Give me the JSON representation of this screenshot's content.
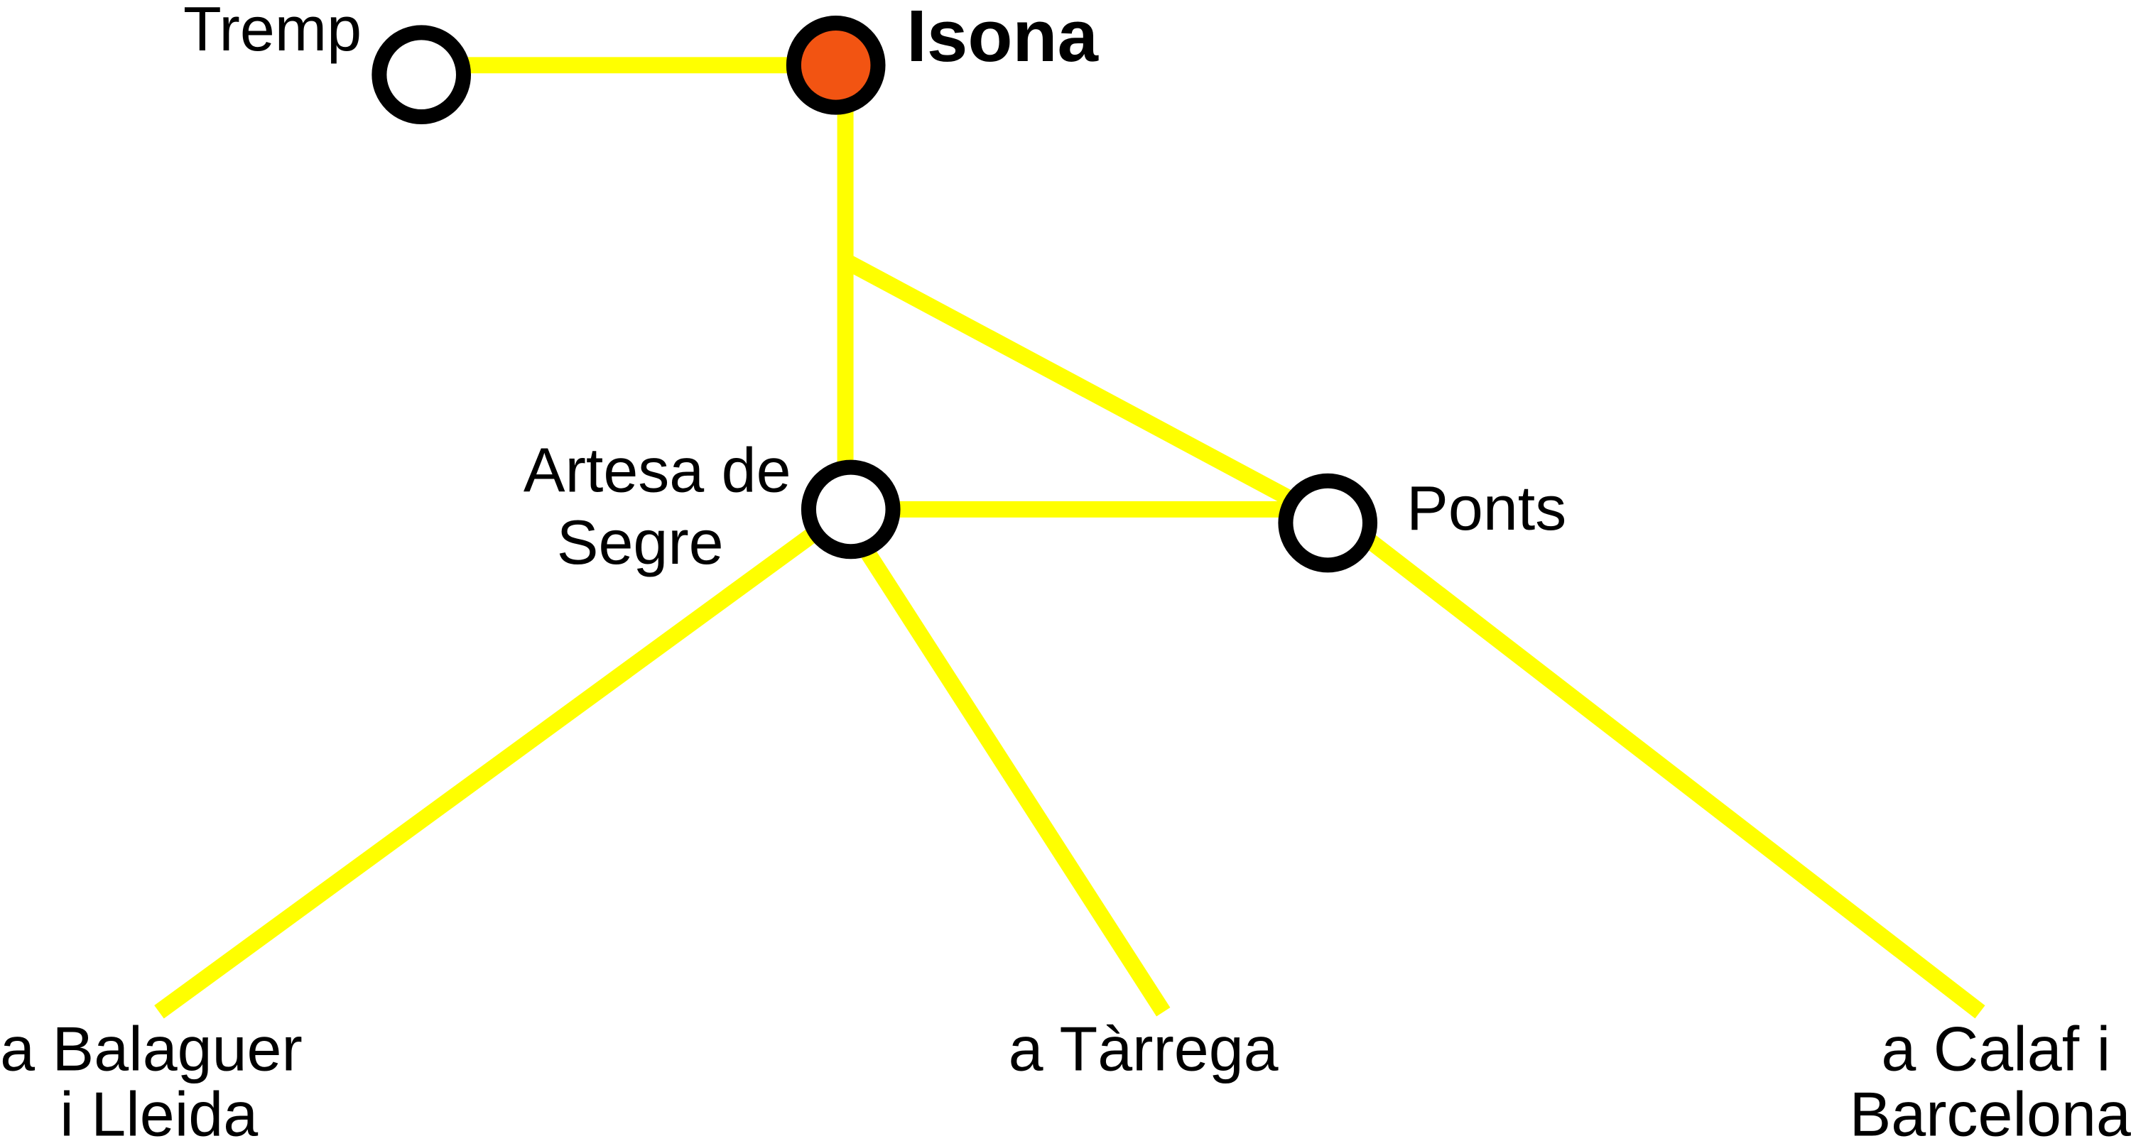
{
  "colors": {
    "line": "#ffff00",
    "current_station": "#f25412",
    "station_fill": "#ffffff",
    "station_stroke": "#000000"
  },
  "stations": {
    "tremp": "Tremp",
    "isona": "Isona",
    "artesa_line1": "Artesa de",
    "artesa_line2": "Segre",
    "ponts": "Ponts"
  },
  "destinations": {
    "balaguer_line1": "a Balaguer",
    "balaguer_line2": "i Lleida",
    "tarrega": "a Tàrrega",
    "calaf_line1": "a Calaf i",
    "calaf_line2": "Barcelona"
  }
}
